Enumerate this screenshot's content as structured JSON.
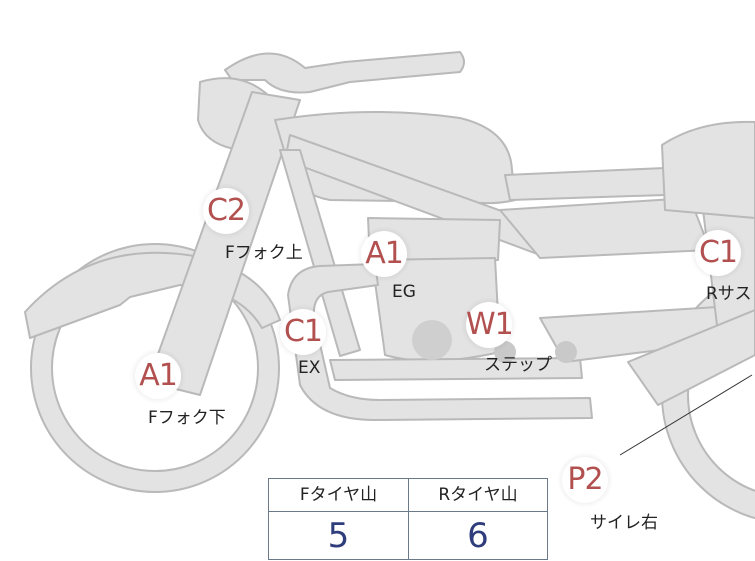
{
  "colors": {
    "body_fill": "#e3e3e3",
    "body_stroke": "#b9b9b9",
    "badge_text": "#b2504f",
    "table_value": "#2f3d7c",
    "table_border": "#6b7a89"
  },
  "markers": [
    {
      "id": "c2-ffork-upper",
      "code": "C2",
      "label": "Fフォク上"
    },
    {
      "id": "a1-eg",
      "code": "A1",
      "label": "EG"
    },
    {
      "id": "c1-ex",
      "code": "C1",
      "label": "EX"
    },
    {
      "id": "w1-step",
      "code": "W1",
      "label": "ステップ"
    },
    {
      "id": "a1-ffork-lower",
      "code": "A1",
      "label": "Fフォク下"
    },
    {
      "id": "c1-rsus",
      "code": "C1",
      "label": "Rサス"
    },
    {
      "id": "p2-muffler-right",
      "code": "P2",
      "label": "サイレ右"
    }
  ],
  "tread_table": {
    "headers": [
      "Fタイヤ山",
      "Rタイヤ山"
    ],
    "values": [
      "5",
      "6"
    ]
  }
}
